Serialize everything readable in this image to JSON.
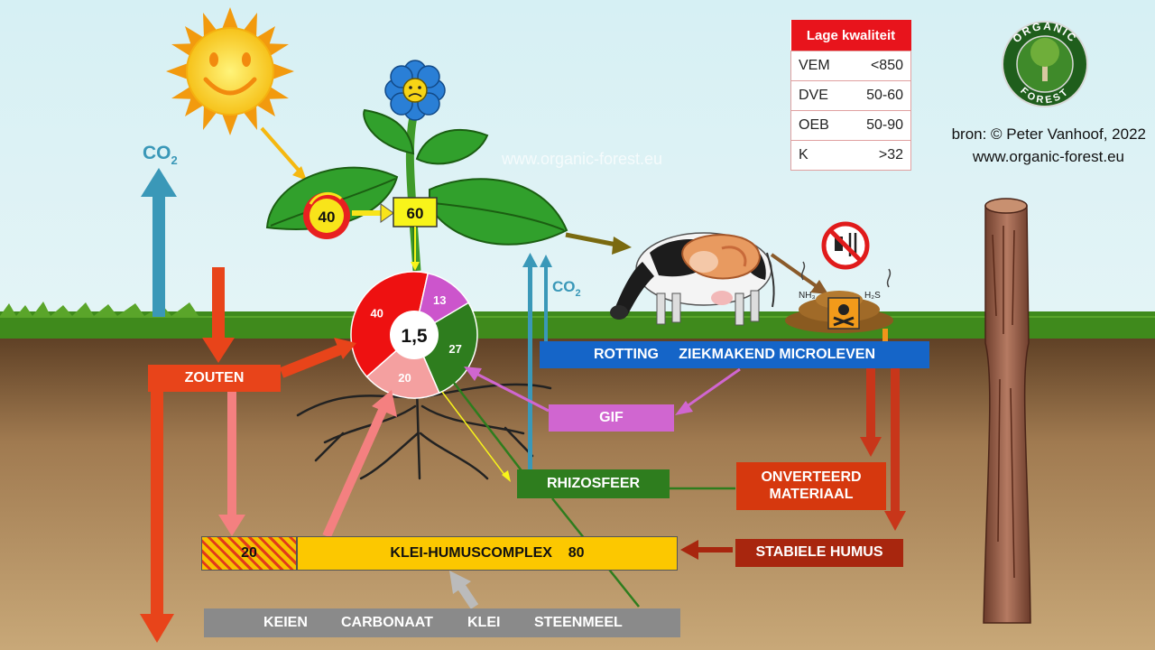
{
  "diagram": {
    "co2_left": "CO",
    "co2_right": "CO",
    "co2_sub": "2",
    "sun_value": "40",
    "leaf_value": "60",
    "pie": {
      "center": "1,5",
      "slices": [
        {
          "label": "40",
          "value": 40,
          "color": "#ee1111"
        },
        {
          "label": "13",
          "value": 13,
          "color": "#cc55cc"
        },
        {
          "label": "27",
          "value": 27,
          "color": "#2e7d1e"
        },
        {
          "label": "20",
          "value": 20,
          "color": "#f4a0a0"
        }
      ]
    },
    "watermark": "www.organic-forest.eu",
    "gas_nh3": "NH₃",
    "gas_h2s": "H₂S",
    "labels": {
      "zouten": "ZOUTEN",
      "rotting": "ROTTING     ZIEKMAKEND MICROLEVEN",
      "gif": "GIF",
      "rhizosfeer": "RHIZOSFEER",
      "onverteerd": "ONVERTEERD MATERIAAL",
      "stabiele_humus": "STABIELE HUMUS",
      "klei_share": "20",
      "klei_humus": "KLEI-HUMUSCOMPLEX    80",
      "bottom": [
        "KEIEN",
        "CARBONAAT",
        "KLEI",
        "STEENMEEL"
      ]
    },
    "quality_table": {
      "title": "Lage kwaliteit",
      "rows": [
        {
          "name": "VEM",
          "value": "<850"
        },
        {
          "name": "DVE",
          "value": "50-60"
        },
        {
          "name": "OEB",
          "value": "50-90"
        },
        {
          "name": "K",
          "value": ">32"
        }
      ]
    },
    "source_line1": "bron: © Peter Vanhoof, 2022",
    "source_line2": "www.organic-forest.eu",
    "logo_text_top": "ORGANIC",
    "logo_text_bottom": "FOREST"
  }
}
